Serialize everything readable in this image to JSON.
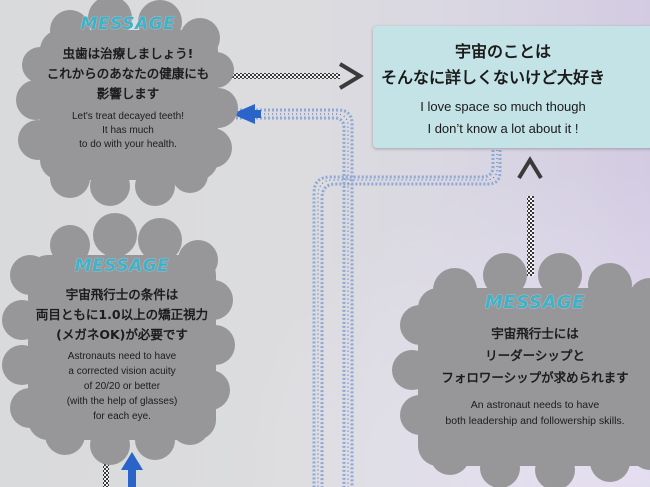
{
  "bubble_1": {
    "title": "MESSAGE",
    "jp_lines": [
      "虫歯は治療しましょう!",
      "これからのあなたの健康にも",
      "影響します"
    ],
    "en_lines": [
      "Let's treat decayed teeth!",
      "It has much",
      "to do with your health."
    ]
  },
  "bubble_2": {
    "title": "MESSAGE",
    "jp_lines": [
      "宇宙飛行士の条件は",
      "両目ともに1.0以上の矯正視力",
      "(メガネOK)が必要です"
    ],
    "en_lines": [
      "Astronauts need to have",
      "a corrected vision acuity",
      "of 20/20 or better",
      "(with the help of glasses)",
      "for each eye."
    ]
  },
  "bubble_3": {
    "title": "MESSAGE",
    "jp_lines": [
      "宇宙飛行士には",
      "リーダーシップと",
      "フォロワーシップが求められます"
    ],
    "en_lines": [
      "An astronaut needs to have",
      "both leadership and followership skills."
    ]
  },
  "top_box": {
    "jp_lines": [
      "宇宙のことは",
      "そんなに詳しくないけど大好き"
    ],
    "en_lines": [
      "I love space so much though",
      "I don’t know a lot about it !"
    ]
  },
  "colors": {
    "wall": "#dadadc",
    "bubble_fill": "#97979a",
    "top_box_fill": "#c4e3e6",
    "message_title": "#3fb2c9",
    "arrow_blue": "#2a64c8",
    "arrow_dark": "#3a3a3a",
    "path_blue": "#8fa8d6"
  }
}
